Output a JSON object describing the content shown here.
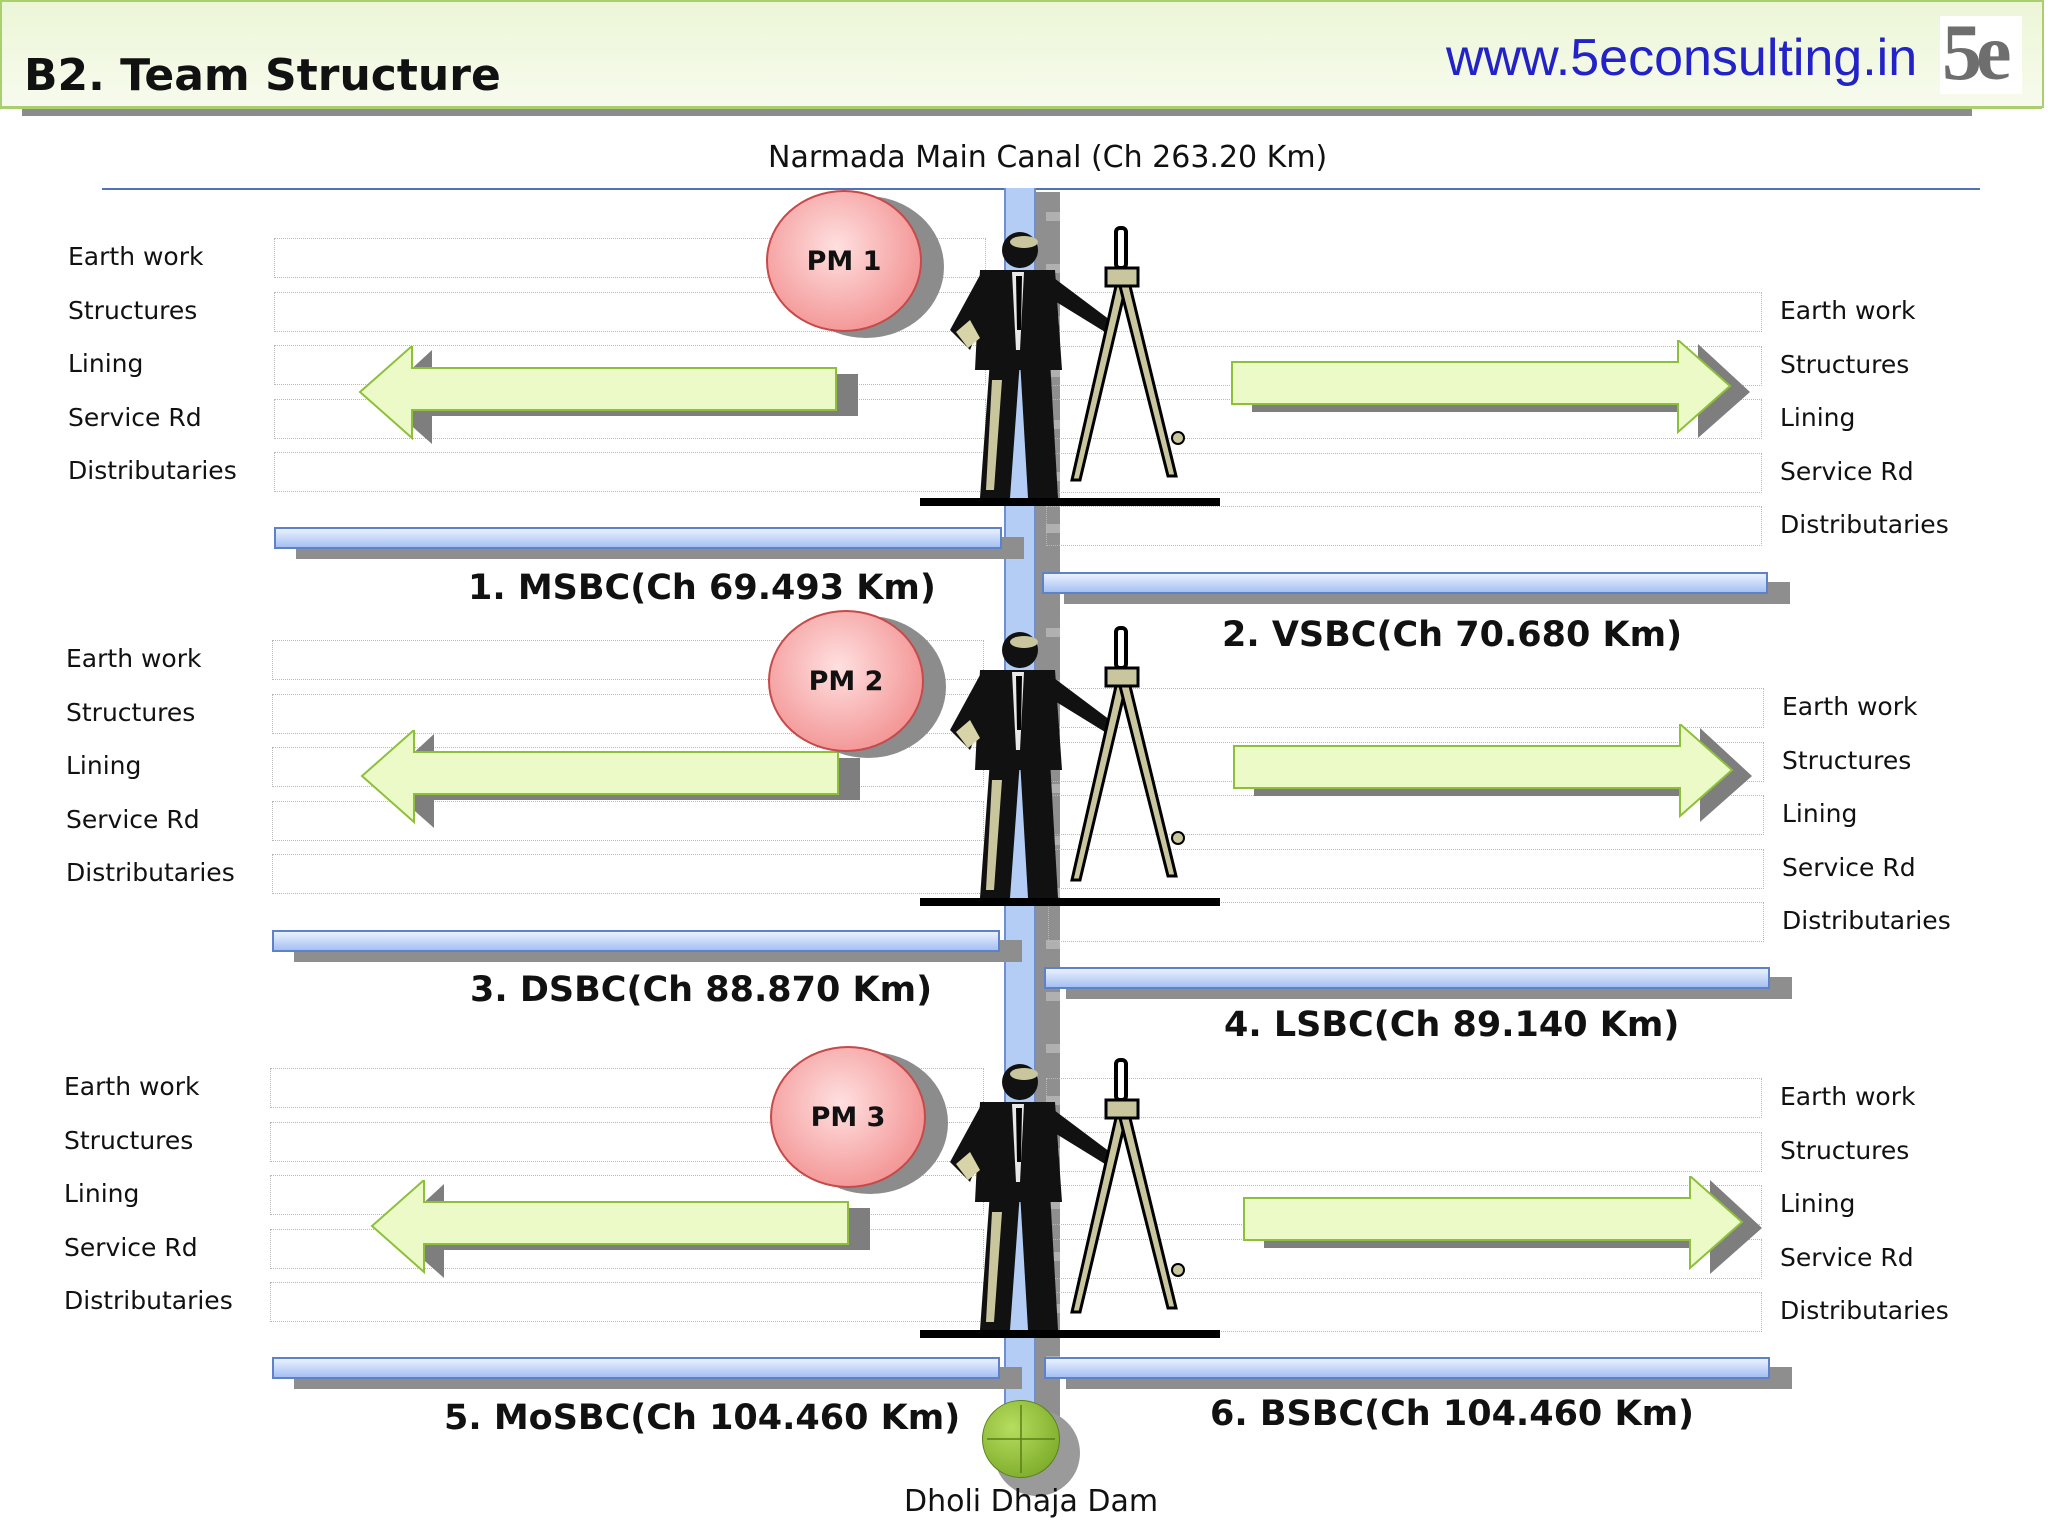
{
  "header": {
    "title": "B2. Team Structure",
    "website": "www.5econsulting.in",
    "logo_text": "5e"
  },
  "canal": {
    "label": "Narmada Main Canal (Ch 263.20 Km)",
    "dam_label": "Dholi Dhaja Dam"
  },
  "tasks": [
    "Earth work",
    "Structures",
    "Lining",
    "Service Rd",
    "Distributaries"
  ],
  "project_managers": [
    "PM 1",
    "PM 2",
    "PM 3"
  ],
  "branches": [
    {
      "title": "1. MSBC(Ch 69.493 Km)",
      "side": "left"
    },
    {
      "title": "2. VSBC(Ch 70.680 Km)",
      "side": "right"
    },
    {
      "title": "3. DSBC(Ch 88.870 Km)",
      "side": "left"
    },
    {
      "title": "4. LSBC(Ch 89.140 Km)",
      "side": "right"
    },
    {
      "title": "5. MoSBC(Ch 104.460 Km)",
      "side": "left"
    },
    {
      "title": "6. BSBC(Ch 104.460 Km)",
      "side": "right"
    }
  ],
  "colors": {
    "header_bg": "#ecf6d6",
    "arrow_fill": "#ecfac8",
    "pm_fill": "#f49a9a",
    "canal_fill": "#b4cdf5",
    "dam_fill": "#8fc23a",
    "url_color": "#2222c8"
  },
  "icons": [
    "surveyor-figure",
    "compass-divider-icon",
    "dam-circle-icon"
  ]
}
